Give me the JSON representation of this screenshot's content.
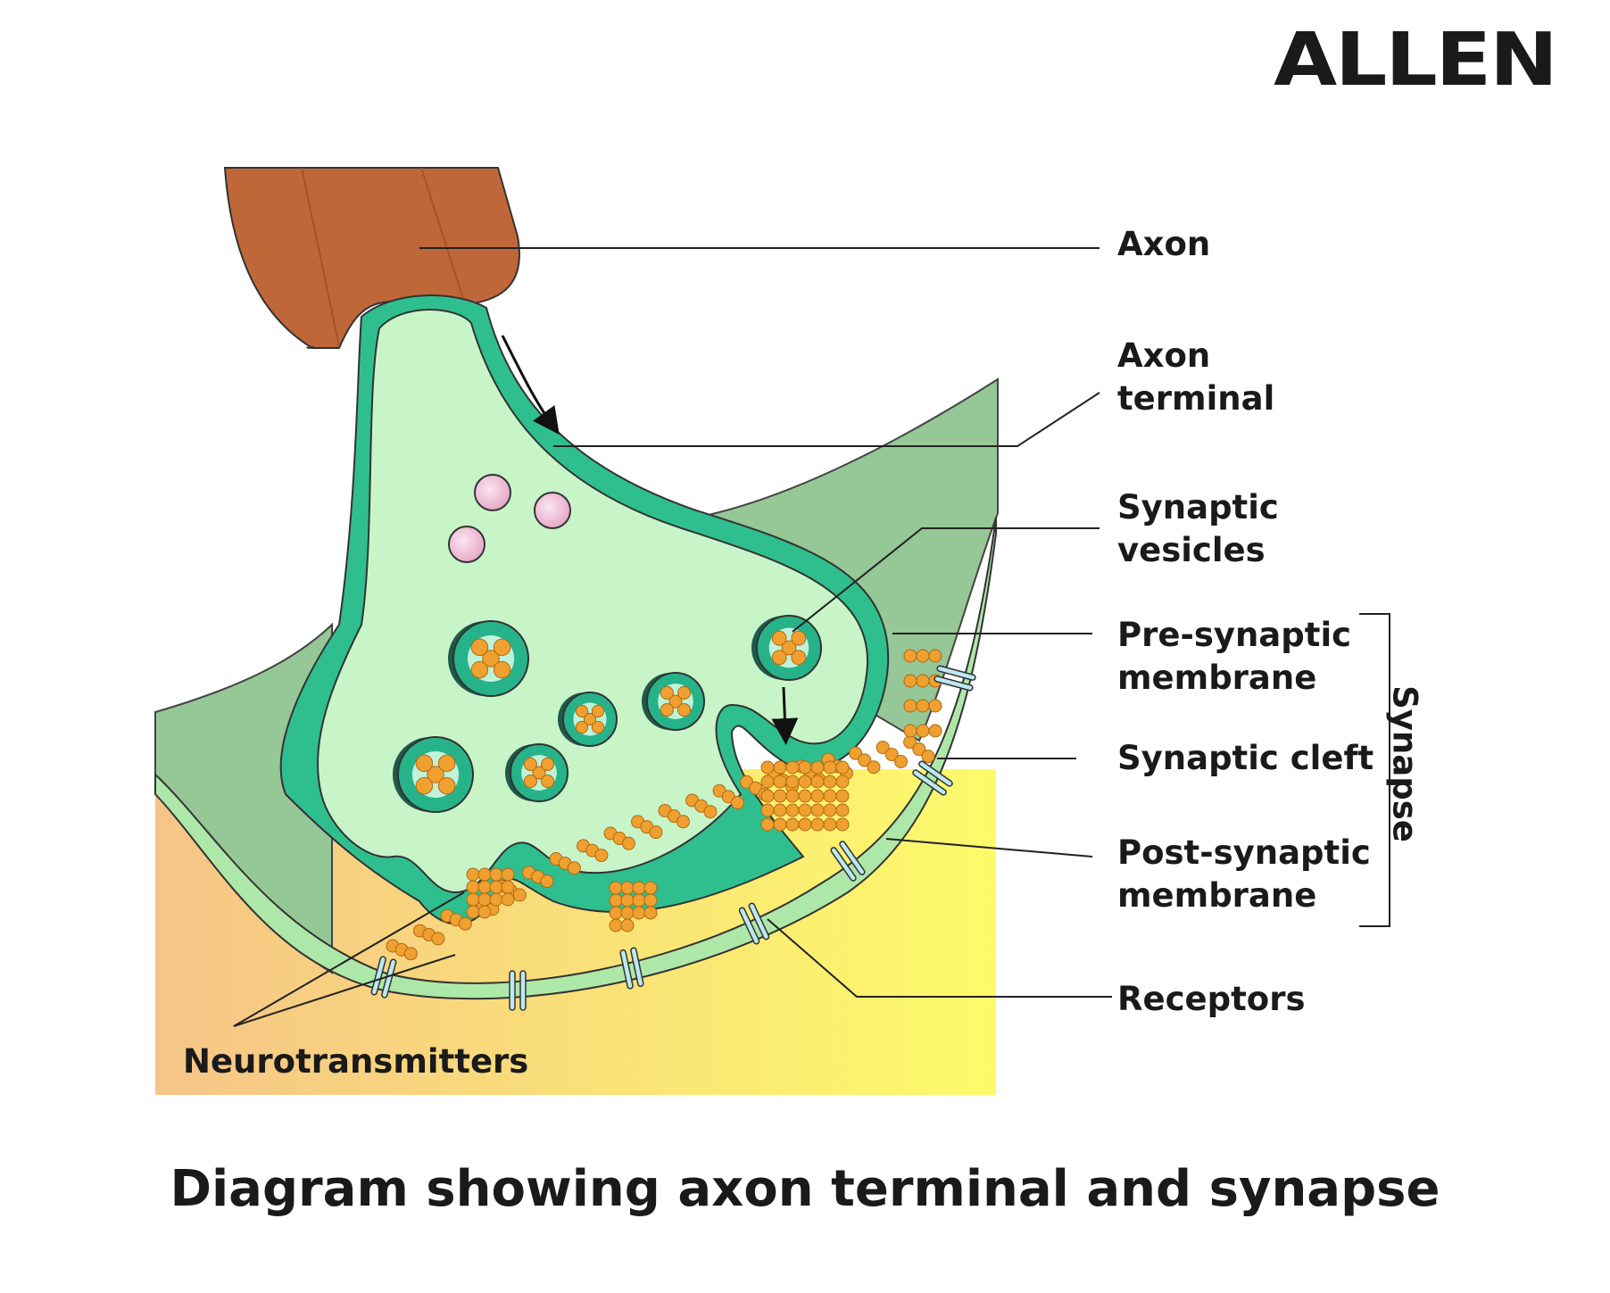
{
  "logo": {
    "text": "ALLEN",
    "watermark": "ALLEN"
  },
  "labels": {
    "axon": "Axon",
    "axon_terminal": [
      "Axon",
      "terminal"
    ],
    "synaptic_vesicles": [
      "Synaptic",
      "vesicles"
    ],
    "pre_synaptic_membrane": [
      "Pre-synaptic",
      "membrane"
    ],
    "synaptic_cleft": "Synaptic cleft",
    "post_synaptic_membrane": [
      "Post-synaptic",
      "membrane"
    ],
    "receptors": "Receptors",
    "neurotransmitters": "Neurotransmitters",
    "synapse": "Synapse"
  },
  "caption": "Diagram showing axon terminal and synapse",
  "colors": {
    "axon": "#c0673a",
    "terminal_fill": "#c8f5c8",
    "terminal_rim": "#2fbf8e",
    "postsynaptic_tissue": "#96c796",
    "cleft_bg_left": "#f6c487",
    "cleft_bg_right": "#fdfb6a",
    "neurotransmitter": "#f0a030",
    "vesicle_ring": "#27b38a",
    "pink_vesicle": "#f2c3dc"
  }
}
